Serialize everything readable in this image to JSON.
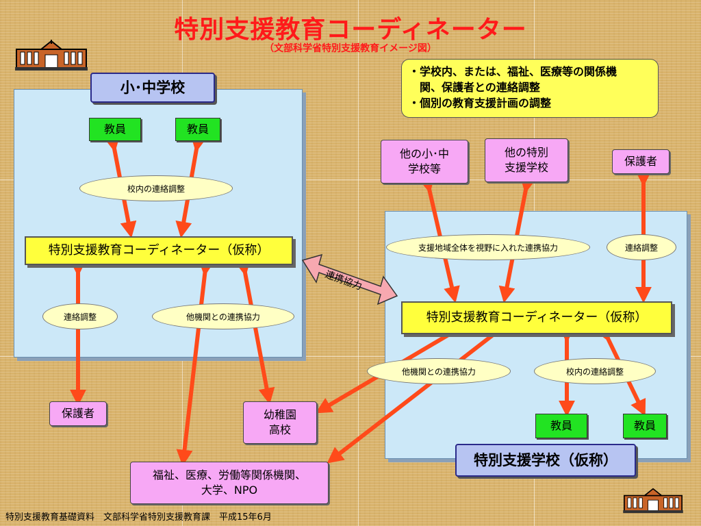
{
  "title": "特別支援教育コーディネーター",
  "subtitle": "（文部科学省特別支援教育イメージ図）",
  "note": {
    "lines": [
      "・学校内、または、福祉、医療等の関係機",
      "　関、保護者との連絡調整",
      "・個別の教育支援計画の調整"
    ]
  },
  "left_school": {
    "label": "小･中学校",
    "teacher1": "教員",
    "teacher2": "教員",
    "oval_internal": "校内の連絡調整",
    "coordinator": "特別支援教育コーディネーター（仮称）",
    "oval_liaison": "連絡調整",
    "oval_cooperation": "他機関との連携協力"
  },
  "right_school": {
    "label": "特別支援学校（仮称）",
    "oval_regional": "支援地域全体を視野に入れた連携協力",
    "oval_liaison": "連絡調整",
    "coordinator": "特別支援教育コーディネーター（仮称）",
    "oval_cooperation": "他機関との連携協力",
    "oval_internal": "校内の連絡調整",
    "teacher1": "教員",
    "teacher2": "教員"
  },
  "external": {
    "other_schools": "他の小･中\n学校等",
    "other_special_schools": "他の特別\n支援学校",
    "guardian_right": "保護者",
    "guardian_left": "保護者",
    "kindergarten": "幼稚園\n高校",
    "welfare": "福祉、医療、労働等関係機関、\n大学、NPO"
  },
  "link_label": "連携協力",
  "footer": "特別支援教育基礎資料　文部科学省特別支援教育課　平成15年6月",
  "colors": {
    "title": "#ff1a1a",
    "arrow": "#ff4a1a",
    "coordinator_fill": "#ffff3c",
    "teacher_fill": "#22e322",
    "external_fill": "#f7a8f5",
    "panel_fill": "#cce8f8",
    "oval_fill": "#ffffc4",
    "link_arrow_fill": "#f7a8b0"
  },
  "icons": [
    "school-building-icon"
  ]
}
